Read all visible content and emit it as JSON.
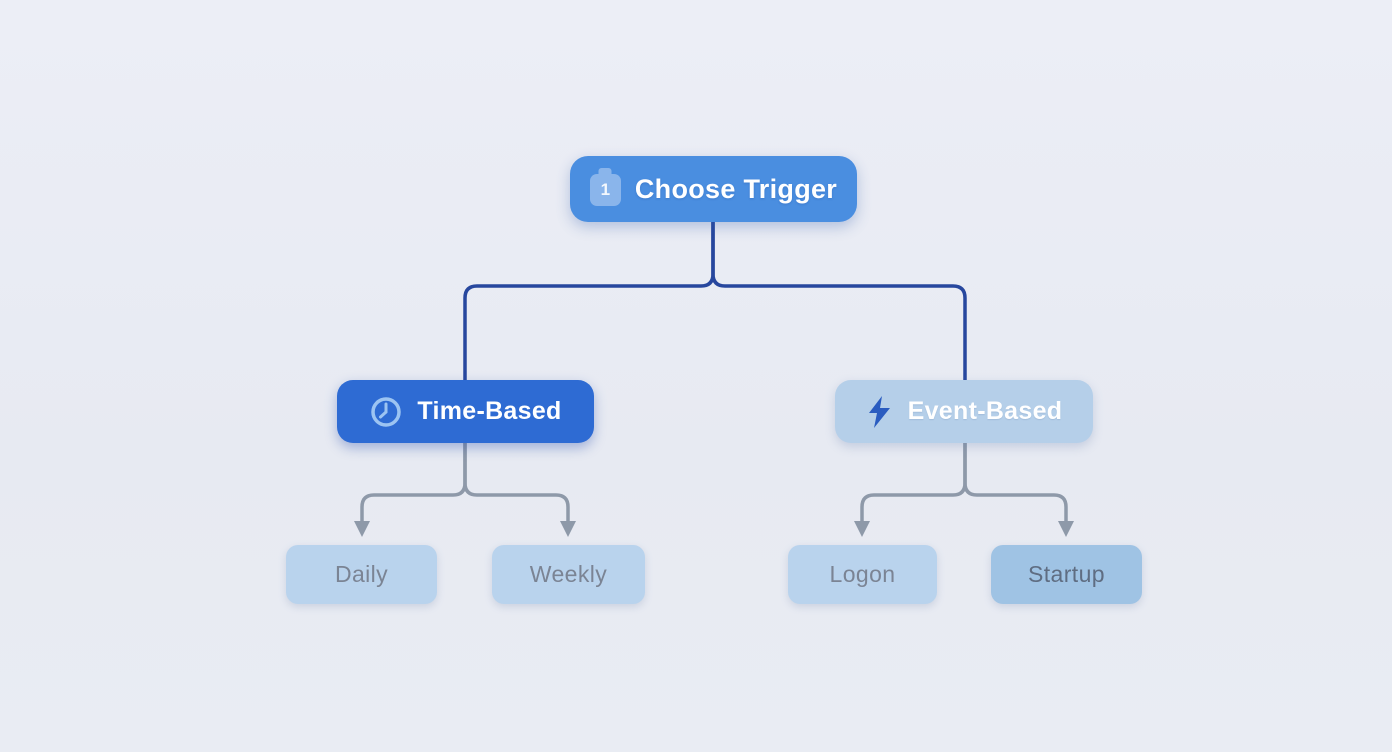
{
  "diagram": {
    "root": {
      "label": "Choose Trigger",
      "badge": "1",
      "icon": "briefcase-badge-icon"
    },
    "branches": [
      {
        "id": "time-based",
        "label": "Time-Based",
        "icon": "clock-icon"
      },
      {
        "id": "event-based",
        "label": "Event-Based",
        "icon": "lightning-bolt-icon"
      }
    ],
    "leaves": [
      {
        "id": "daily",
        "label": "Daily"
      },
      {
        "id": "weekly",
        "label": "Weekly"
      },
      {
        "id": "logon",
        "label": "Logon"
      },
      {
        "id": "startup",
        "label": "Startup"
      }
    ]
  },
  "colors": {
    "background": "#e8ebf2",
    "root_fill": "#4a8ee0",
    "root_badge_fill": "#8ab5eb",
    "time_fill": "#2e6bd3",
    "event_fill": "#b5cfe9",
    "leaf_fill": "#b9d3ed",
    "startup_fill": "#9fc3e4",
    "leaf_text": "#7b8494",
    "startup_text": "#5f6d82",
    "connector_primary": "#27479e",
    "connector_secondary": "#8e99a9",
    "clock_icon": "#9cc4f2",
    "bolt_icon": "#2a5cc0"
  }
}
